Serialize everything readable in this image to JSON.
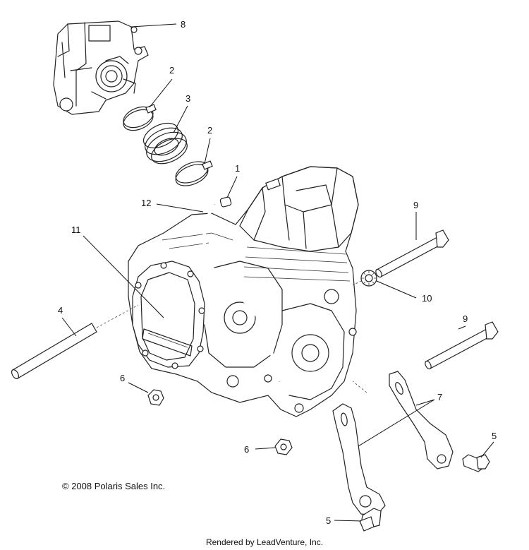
{
  "callouts": [
    {
      "id": "c8",
      "label": "8"
    },
    {
      "id": "c2a",
      "label": "2"
    },
    {
      "id": "c3",
      "label": "3"
    },
    {
      "id": "c2b",
      "label": "2"
    },
    {
      "id": "c1",
      "label": "1"
    },
    {
      "id": "c12",
      "label": "12"
    },
    {
      "id": "c11",
      "label": "11"
    },
    {
      "id": "c9a",
      "label": "9"
    },
    {
      "id": "c10",
      "label": "10"
    },
    {
      "id": "c9b",
      "label": "9"
    },
    {
      "id": "c4",
      "label": "4"
    },
    {
      "id": "c6a",
      "label": "6"
    },
    {
      "id": "c7",
      "label": "7"
    },
    {
      "id": "c6b",
      "label": "6"
    },
    {
      "id": "c5a",
      "label": "5"
    },
    {
      "id": "c5b",
      "label": "5"
    }
  ],
  "copyright": "© 2008 Polaris Sales Inc.",
  "footer": "Rendered by LeadVenture, Inc."
}
